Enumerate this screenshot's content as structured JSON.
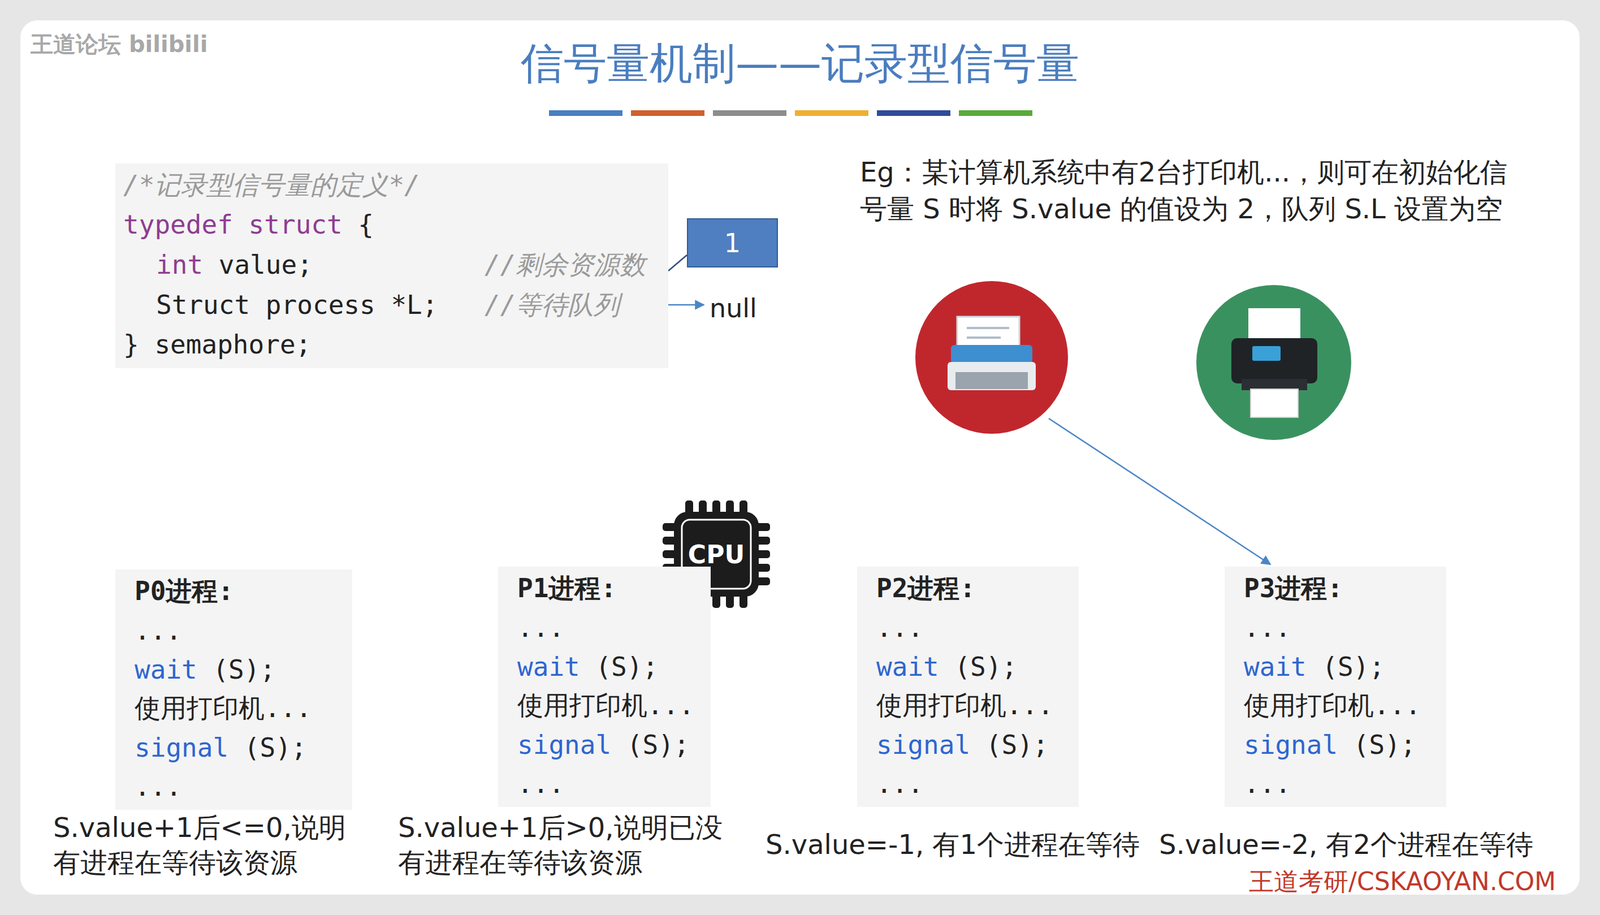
{
  "diagram": {
    "title": "信号量机制——记录型信号量",
    "nodes": [
      {
        "text": [
          "/*记录型信号量的定义*/",
          "typedef struct",
          "{",
          "int",
          "value;",
          "//剩余资源数",
          "Struct process *L;",
          "//等待队列",
          "} semaphore;"
        ]
      },
      {
        "text": [
          "1"
        ]
      },
      {
        "text": [
          "CPU"
        ]
      },
      {
        "text": [
          "P0进程:",
          "...",
          "wait",
          "(S);",
          "使用打印机...",
          "signal",
          "(S);",
          "..."
        ]
      },
      {
        "text": [
          "P1进程:",
          "...",
          "wait",
          "(S);",
          "使用打印机...",
          "signal",
          "(S);",
          "..."
        ]
      },
      {
        "text": [
          "P2进程:",
          "...",
          "wait",
          "(S);",
          "使用打印机...",
          "signal",
          "(S);",
          "..."
        ]
      },
      {
        "text": [
          "P3进程:",
          "...",
          "wait",
          "(S);",
          "使用打印机...",
          "signal",
          "(S);",
          "..."
        ]
      }
    ],
    "edges": [
      {
        "from": 0,
        "to": 1,
        "arrow": "none"
      }
    ],
    "labels": [
      "王道论坛 bilibili",
      "null",
      "Eg：某计算机系统中有2台打印机...，则可在初始化信号量 S 时将 S.value 的值设为 2，队列 S.L 设置为空",
      "S.value+1后<=0,说明有进程在等待该资源",
      "S.value+1后>0,说明已没有进程在等待该资源",
      "S.value=-1, 有1个进程在等待",
      "S.value=-2, 有2个进程在等待",
      "王道考研/CSKAOYAN.COM"
    ]
  }
}
